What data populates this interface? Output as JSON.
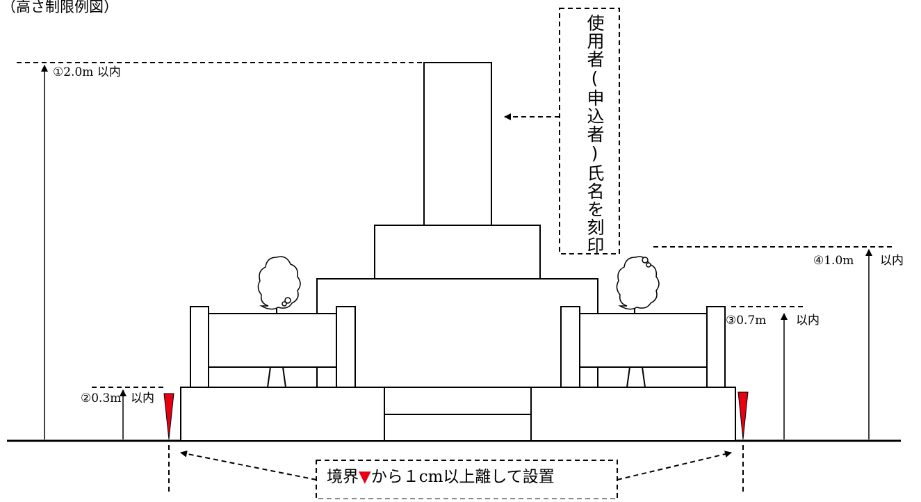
{
  "title": "（高さ制限例図）",
  "labels": {
    "h1": "①2.0m 以内",
    "h2": "②0.3m",
    "h2_suffix": "以内",
    "h3": "③0.7m",
    "h3_suffix": "以内",
    "h4": "④1.0m",
    "h4_suffix": "以内"
  },
  "engrave_note": "使用者(申込者)氏名を刻印",
  "boundary_note": {
    "before": "境界",
    "marker": "▼",
    "after": "から１cm以上離して設置"
  },
  "colors": {
    "line": "#000000",
    "boundary_marker": "#e60012"
  }
}
